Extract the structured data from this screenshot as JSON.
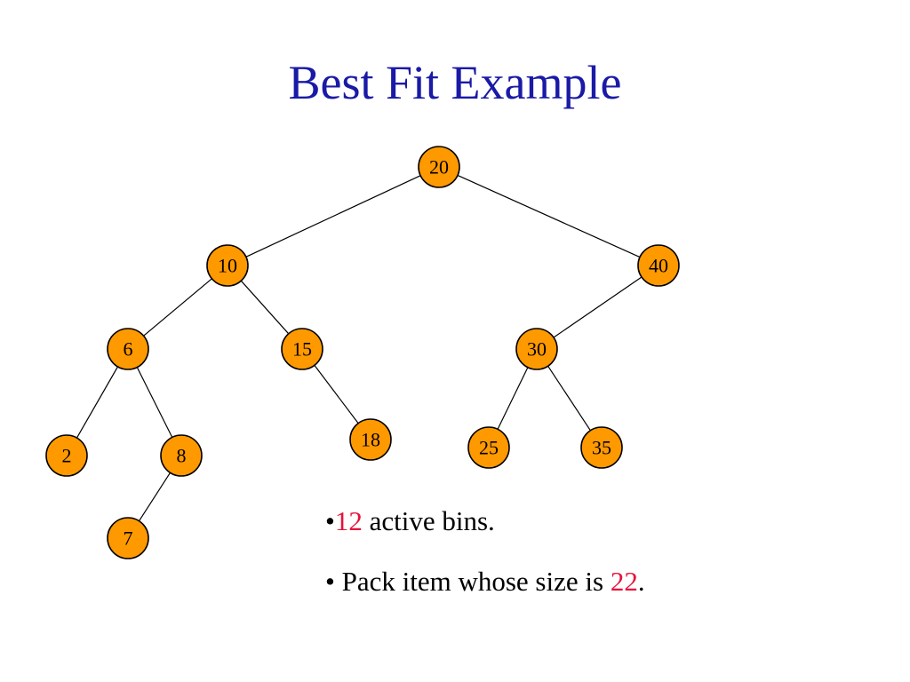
{
  "slide": {
    "title": "Best Fit Example"
  },
  "tree": {
    "nodes": [
      {
        "id": "n20",
        "label": "20"
      },
      {
        "id": "n10",
        "label": "10"
      },
      {
        "id": "n40",
        "label": "40"
      },
      {
        "id": "n6",
        "label": "6"
      },
      {
        "id": "n15",
        "label": "15"
      },
      {
        "id": "n30",
        "label": "30"
      },
      {
        "id": "n2",
        "label": "2"
      },
      {
        "id": "n8",
        "label": "8"
      },
      {
        "id": "n18",
        "label": "18"
      },
      {
        "id": "n25",
        "label": "25"
      },
      {
        "id": "n35",
        "label": "35"
      },
      {
        "id": "n7",
        "label": "7"
      }
    ],
    "edges": [
      [
        "n20",
        "n10"
      ],
      [
        "n20",
        "n40"
      ],
      [
        "n10",
        "n6"
      ],
      [
        "n10",
        "n15"
      ],
      [
        "n40",
        "n30"
      ],
      [
        "n6",
        "n2"
      ],
      [
        "n6",
        "n8"
      ],
      [
        "n15",
        "n18"
      ],
      [
        "n30",
        "n25"
      ],
      [
        "n30",
        "n35"
      ],
      [
        "n8",
        "n7"
      ]
    ],
    "node_fill": "#ff9900"
  },
  "bullets": {
    "b1_marker": "•",
    "b1_number": "12",
    "b1_text": " active bins.",
    "b2_marker": "• ",
    "b2_text": "Pack item whose size is ",
    "b2_number": "22",
    "b2_end": "."
  },
  "colors": {
    "title": "#1a1aa6",
    "highlight": "#e8103a"
  }
}
